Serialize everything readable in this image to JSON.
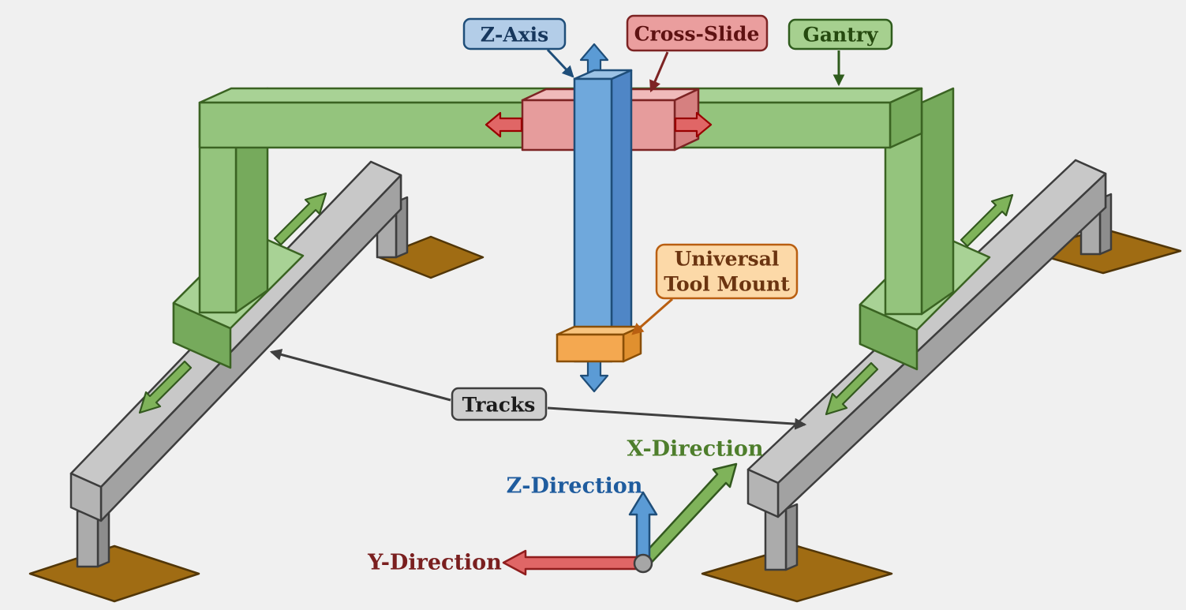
{
  "background": "#f0f0f0",
  "callouts": {
    "z_axis": {
      "label": "Z-Axis",
      "box_fill": "#b3cde8",
      "border": "#1f4e79",
      "text_color": "#17375d"
    },
    "cross_slide": {
      "label": "Cross-Slide",
      "box_fill": "#ea9e9e",
      "border": "#7d2424",
      "text_color": "#5e1212"
    },
    "gantry": {
      "label": "Gantry",
      "box_fill": "#a6d08f",
      "border": "#2f5c1d",
      "text_color": "#25490f"
    },
    "tool_mount": {
      "label_line1": "Universal",
      "label_line2": "Tool Mount",
      "box_fill": "#fcd9a8",
      "border": "#b95f11",
      "text_color": "#6b3410"
    },
    "tracks": {
      "label": "Tracks",
      "box_fill": "#cfcfcf",
      "border": "#3f3f3f",
      "text_color": "#1c1c1c"
    }
  },
  "axes": {
    "x": {
      "label": "X-Direction",
      "text_color": "#4e7e2c",
      "arrow_fill": "#7fb35a",
      "arrow_stroke": "#33591f"
    },
    "y": {
      "label": "Y-Direction",
      "text_color": "#7a1f1f",
      "arrow_fill": "#e06666",
      "arrow_stroke": "#8f1d1d"
    },
    "z": {
      "label": "Z-Direction",
      "text_color": "#1f5c9e",
      "arrow_fill": "#5b9bd5",
      "arrow_stroke": "#1f4e79"
    },
    "origin": {
      "fill": "#a6a6a6",
      "stroke": "#3f3f3f"
    }
  },
  "machine": {
    "gantry": {
      "front": "#94c47d",
      "top": "#a8d295",
      "side": "#76aa5c",
      "stroke": "#3a6322"
    },
    "z_column": {
      "front": "#6fa8dc",
      "top": "#9cc3e5",
      "side": "#4f86c6",
      "stroke": "#1f4e79",
      "arrow_fill": "#5b9bd5"
    },
    "cross_slide": {
      "front": "#e69c9c",
      "top": "#f0baba",
      "side": "#d68080",
      "stroke": "#7d2424",
      "arrow_fill": "#e06666",
      "arrow_stroke": "#990000"
    },
    "tool_mount": {
      "front": "#f4a850",
      "top": "#f8c47e",
      "side": "#e0902f",
      "stroke": "#8a4f06"
    },
    "track": {
      "top": "#c8c8c8",
      "front": "#a2a2a2",
      "end": "#b4b4b4",
      "post_front": "#ababab",
      "post_side": "#8d8d8d",
      "stroke": "#3d3d3d"
    },
    "plate": {
      "fill": "#a06c13",
      "stroke": "#513608"
    }
  }
}
